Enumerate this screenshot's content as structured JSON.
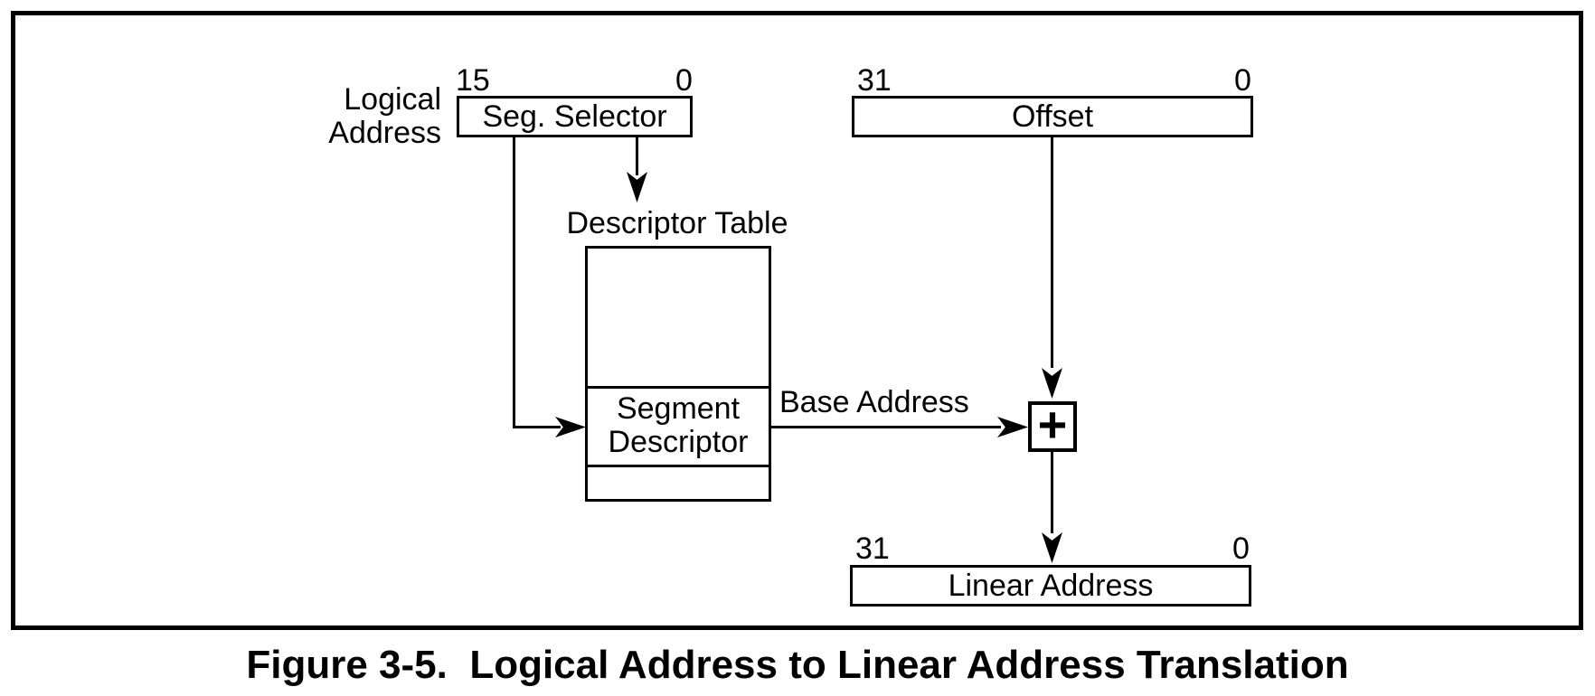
{
  "figure": {
    "caption": "Figure 3-5.  Logical Address to Linear Address Translation"
  },
  "logical_address": {
    "label_line1": "Logical",
    "label_line2": "Address",
    "selector": {
      "label": "Seg. Selector",
      "bit_high": "15",
      "bit_low": "0"
    },
    "offset": {
      "label": "Offset",
      "bit_high": "31",
      "bit_low": "0"
    }
  },
  "descriptor_table": {
    "title": "Descriptor Table",
    "entry_line1": "Segment",
    "entry_line2": "Descriptor"
  },
  "base_address_label": "Base Address",
  "adder": {
    "symbol": "+"
  },
  "linear_address": {
    "label": "Linear Address",
    "bit_high": "31",
    "bit_low": "0"
  },
  "colors": {
    "ink": "#000000",
    "paper": "#ffffff"
  }
}
